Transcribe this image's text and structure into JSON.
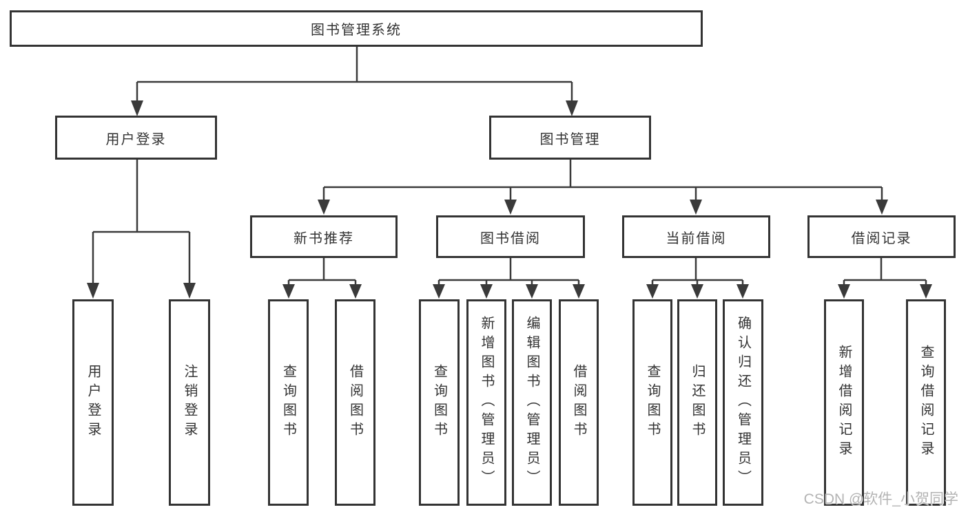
{
  "diagram_type": "org-tree",
  "tree": {
    "label": "图书管理系统",
    "children": [
      {
        "label": "用户登录",
        "children": [
          {
            "label": "用户登录"
          },
          {
            "label": "注销登录"
          }
        ]
      },
      {
        "label": "图书管理",
        "children": [
          {
            "label": "新书推荐",
            "children": [
              {
                "label": "查询图书"
              },
              {
                "label": "借阅图书"
              }
            ]
          },
          {
            "label": "图书借阅",
            "children": [
              {
                "label": "查询图书"
              },
              {
                "label": "新增图书（管理员）"
              },
              {
                "label": "编辑图书（管理员）"
              },
              {
                "label": "借阅图书"
              }
            ]
          },
          {
            "label": "当前借阅",
            "children": [
              {
                "label": "查询图书"
              },
              {
                "label": "归还图书"
              },
              {
                "label": "确认归还（管理员）"
              }
            ]
          },
          {
            "label": "借阅记录",
            "children": [
              {
                "label": "新增借阅记录"
              },
              {
                "label": "查询借阅记录"
              }
            ]
          }
        ]
      }
    ]
  },
  "watermark": {
    "text": "CSDN @软件_小贺同学"
  },
  "colors": {
    "line": "#3a3a3a",
    "box_border": "#333333",
    "text": "#333333",
    "watermark": "#b3b3b3",
    "background": "#ffffff"
  }
}
